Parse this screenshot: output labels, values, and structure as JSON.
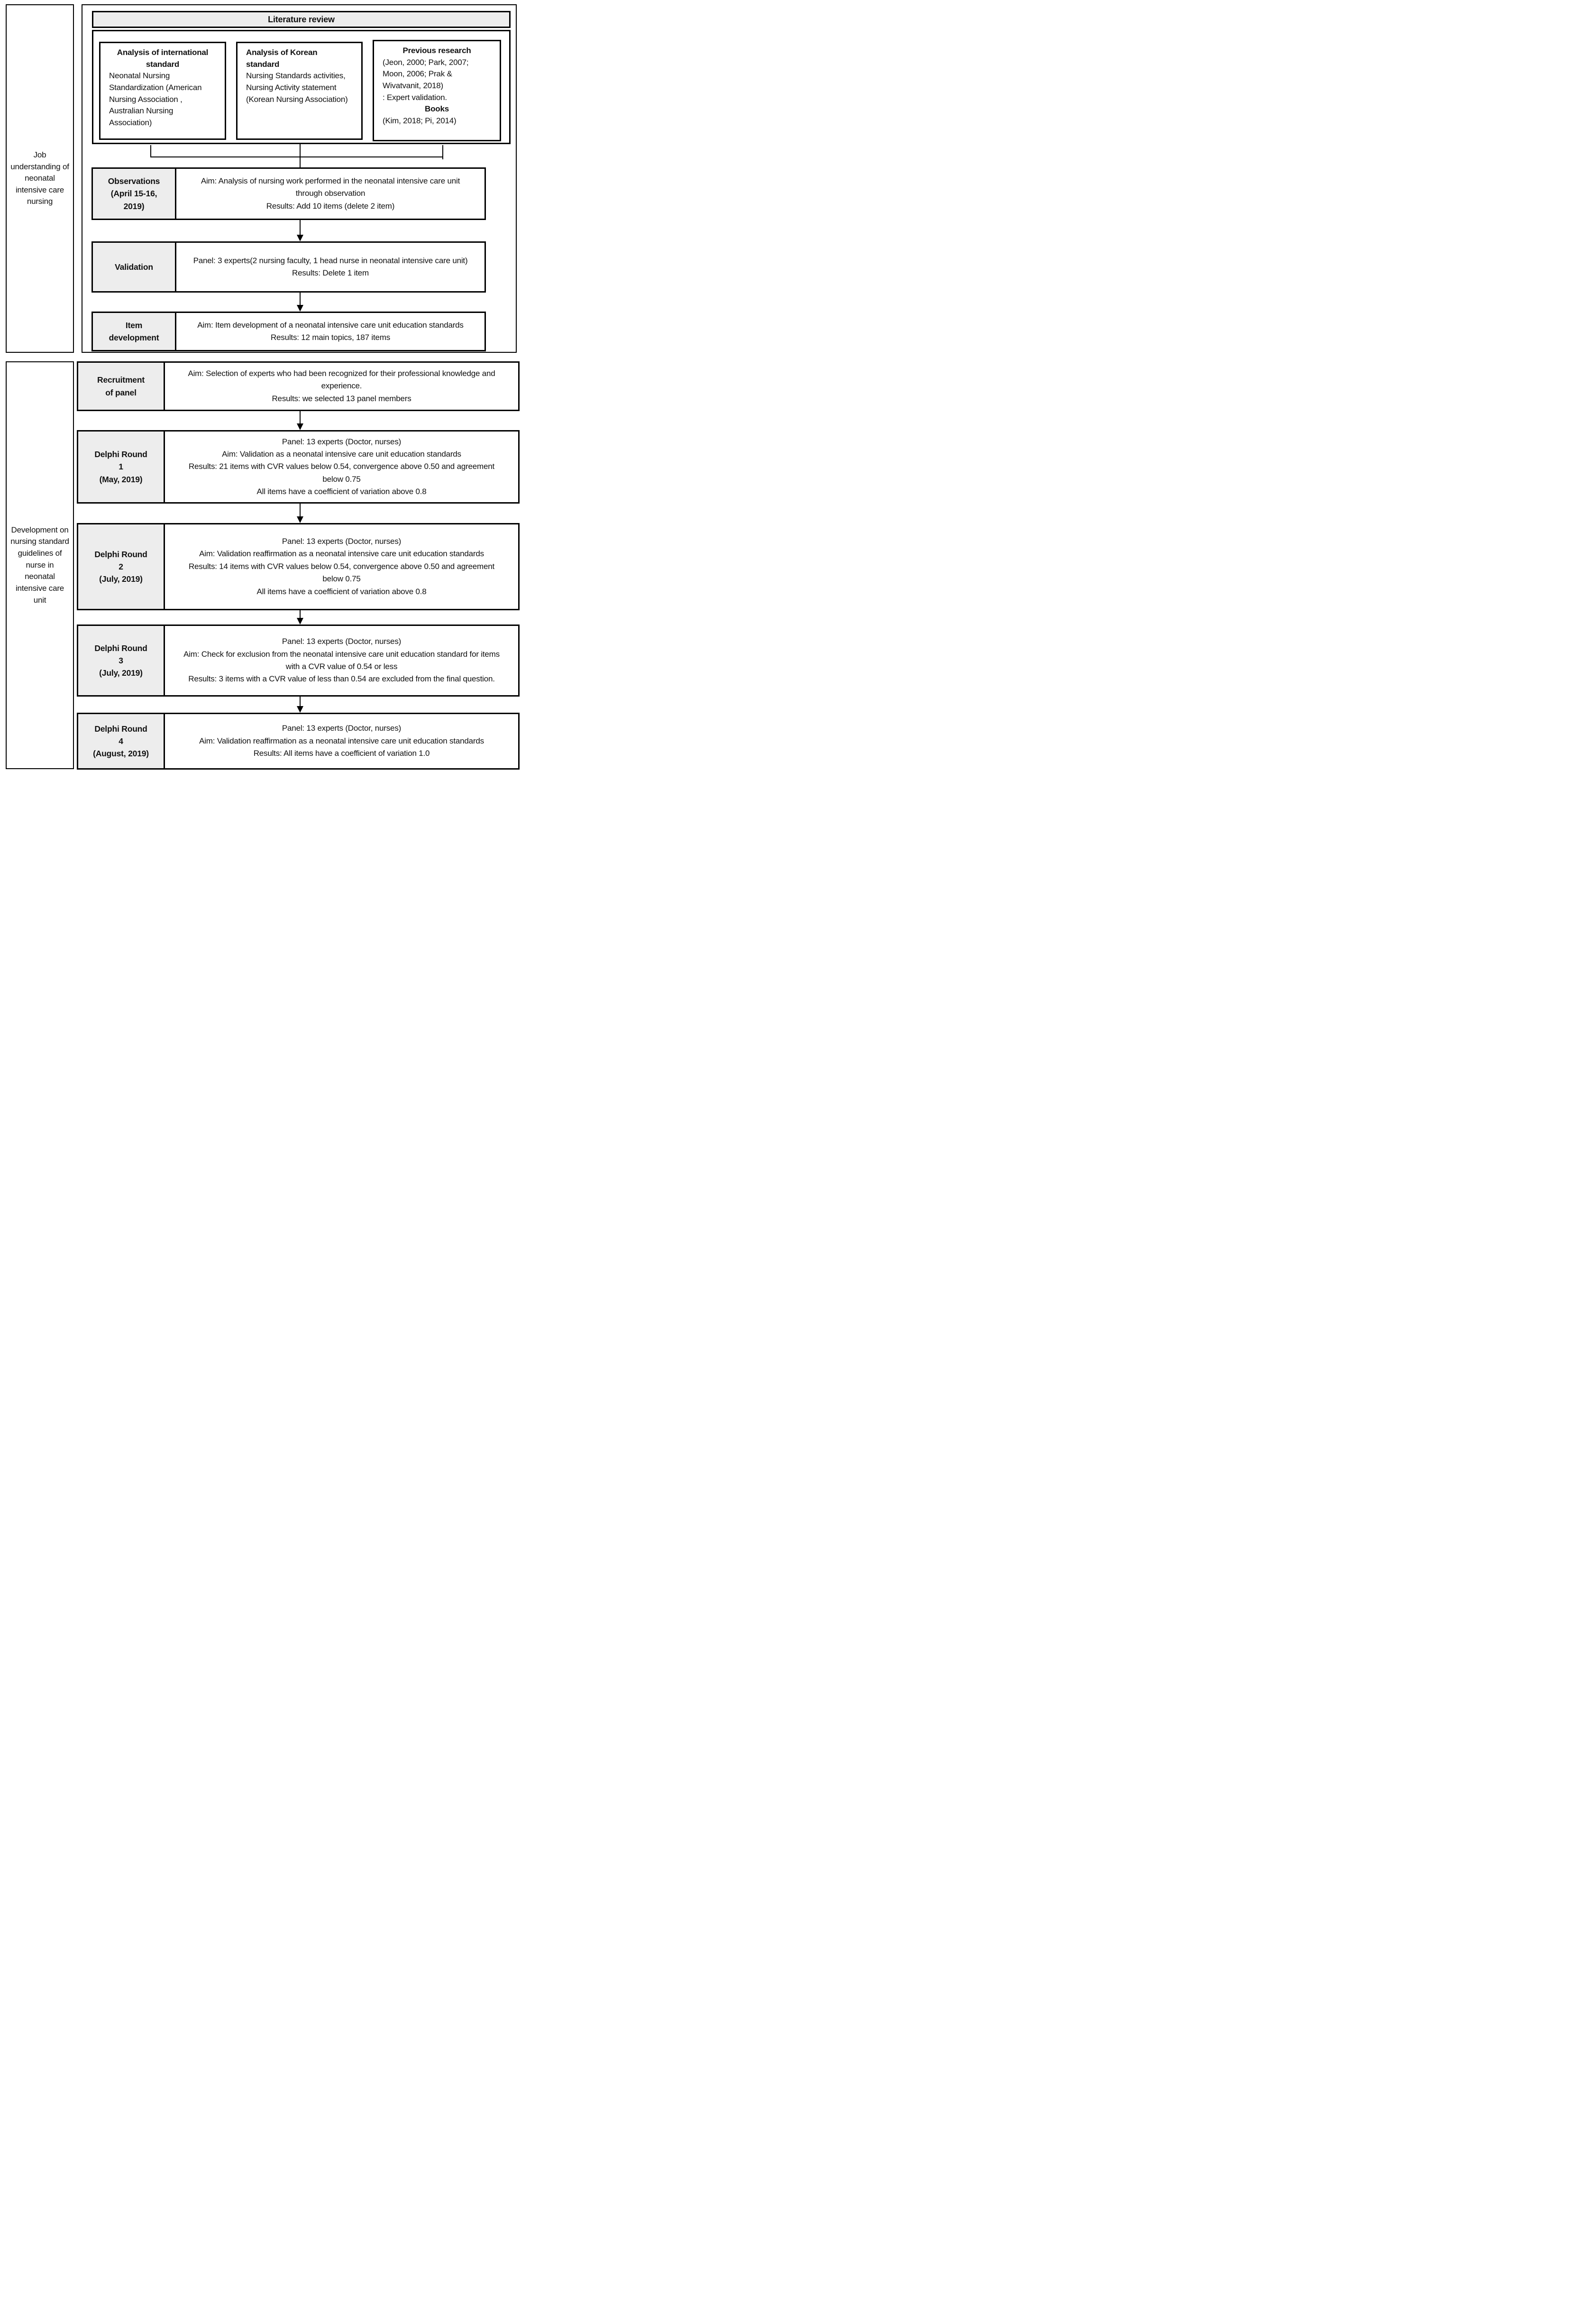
{
  "diagram": {
    "colors": {
      "label_bg": "#ededed",
      "border": "#000000",
      "text": "#111111",
      "background": "#ffffff"
    },
    "section1": {
      "side_label": "Job understanding of neonatal intensive care nursing",
      "literature": {
        "title": "Literature review",
        "international": {
          "heading": "Analysis of international standard",
          "body": "Neonatal Nursing Standardization (American Nursing Association , Australian Nursing Association)"
        },
        "korean": {
          "heading": "Analysis of Korean standard",
          "body": "Nursing Standards activities, Nursing Activity statement (Korean Nursing Association)"
        },
        "previous": {
          "heading": "Previous research",
          "citations": "(Jeon, 2000; Park, 2007; Moon, 2006; Prak & Wivatvanit, 2018)",
          "note": ": Expert validation.",
          "books_heading": "Books",
          "books": "(Kim, 2018; Pi, 2014)"
        }
      },
      "rows": [
        {
          "label_lines": [
            "Observations",
            "(April 15-16,",
            "2019)"
          ],
          "lines": [
            "Aim: Analysis of nursing work performed in the neonatal intensive care unit through observation",
            "Results: Add 10 items (delete 2 item)"
          ]
        },
        {
          "label_lines": [
            "Validation"
          ],
          "lines": [
            "Panel: 3 experts(2 nursing faculty, 1 head nurse in neonatal intensive care unit)",
            "Results: Delete 1 item"
          ]
        },
        {
          "label_lines": [
            "Item",
            "development"
          ],
          "lines": [
            "Aim: Item development of a neonatal intensive care unit education standards",
            "Results: 12 main topics, 187 items"
          ]
        }
      ]
    },
    "section2": {
      "side_label": "Development on nursing standard guidelines of nurse in neonatal intensive care unit",
      "rows": [
        {
          "label_lines": [
            "Recruitment",
            "of panel"
          ],
          "lines": [
            "Aim: Selection of experts who had been recognized for their professional knowledge and experience.",
            "Results: we selected 13 panel members"
          ]
        },
        {
          "label_lines": [
            "Delphi Round",
            "1",
            "(May, 2019)"
          ],
          "lines": [
            "Panel: 13 experts (Doctor, nurses)",
            "Aim: Validation as a neonatal intensive care unit education standards",
            "Results: 21 items with CVR values below 0.54, convergence above 0.50 and agreement below 0.75",
            "All items have a coefficient of variation above 0.8"
          ]
        },
        {
          "label_lines": [
            "Delphi Round",
            "2",
            "(July, 2019)"
          ],
          "lines": [
            "Panel: 13 experts (Doctor, nurses)",
            "Aim: Validation reaffirmation as a neonatal intensive care unit education standards",
            "Results: 14 items with CVR values below 0.54, convergence above 0.50 and agreement below 0.75",
            "All items have a coefficient of variation above 0.8"
          ]
        },
        {
          "label_lines": [
            "Delphi Round",
            "3",
            "(July, 2019)"
          ],
          "lines": [
            "Panel: 13 experts (Doctor, nurses)",
            "Aim: Check for exclusion from the neonatal intensive care unit education standard for items with a CVR value of 0.54 or less",
            "Results: 3 items with a CVR value of less than 0.54 are excluded from the final question."
          ]
        },
        {
          "label_lines": [
            "Delphi Round",
            "4",
            "(August, 2019)"
          ],
          "lines": [
            "Panel: 13 experts (Doctor, nurses)",
            "Aim: Validation reaffirmation as a neonatal intensive care unit education standards",
            "Results: All items have a coefficient of variation 1.0"
          ]
        }
      ]
    }
  }
}
